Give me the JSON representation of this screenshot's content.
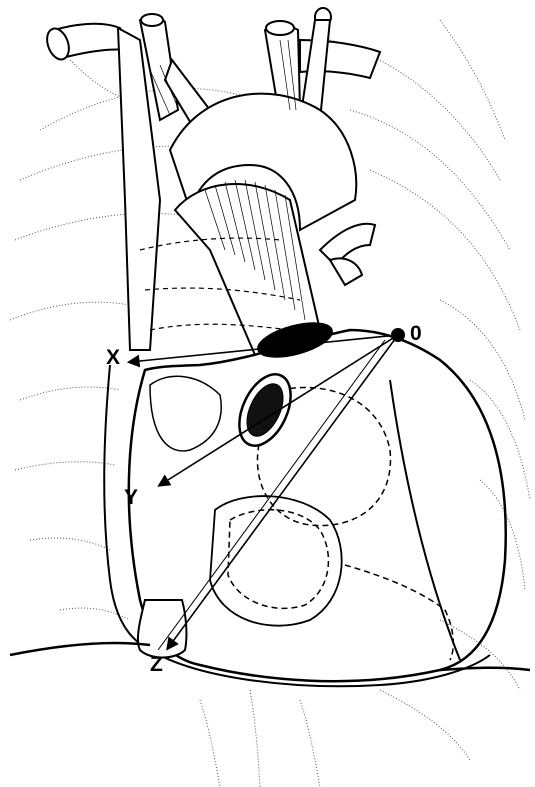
{
  "labels": {
    "origin": "0",
    "x": "X",
    "y": "Y",
    "z": "Z"
  },
  "colors": {
    "ink": "#000000",
    "background": "#ffffff"
  }
}
